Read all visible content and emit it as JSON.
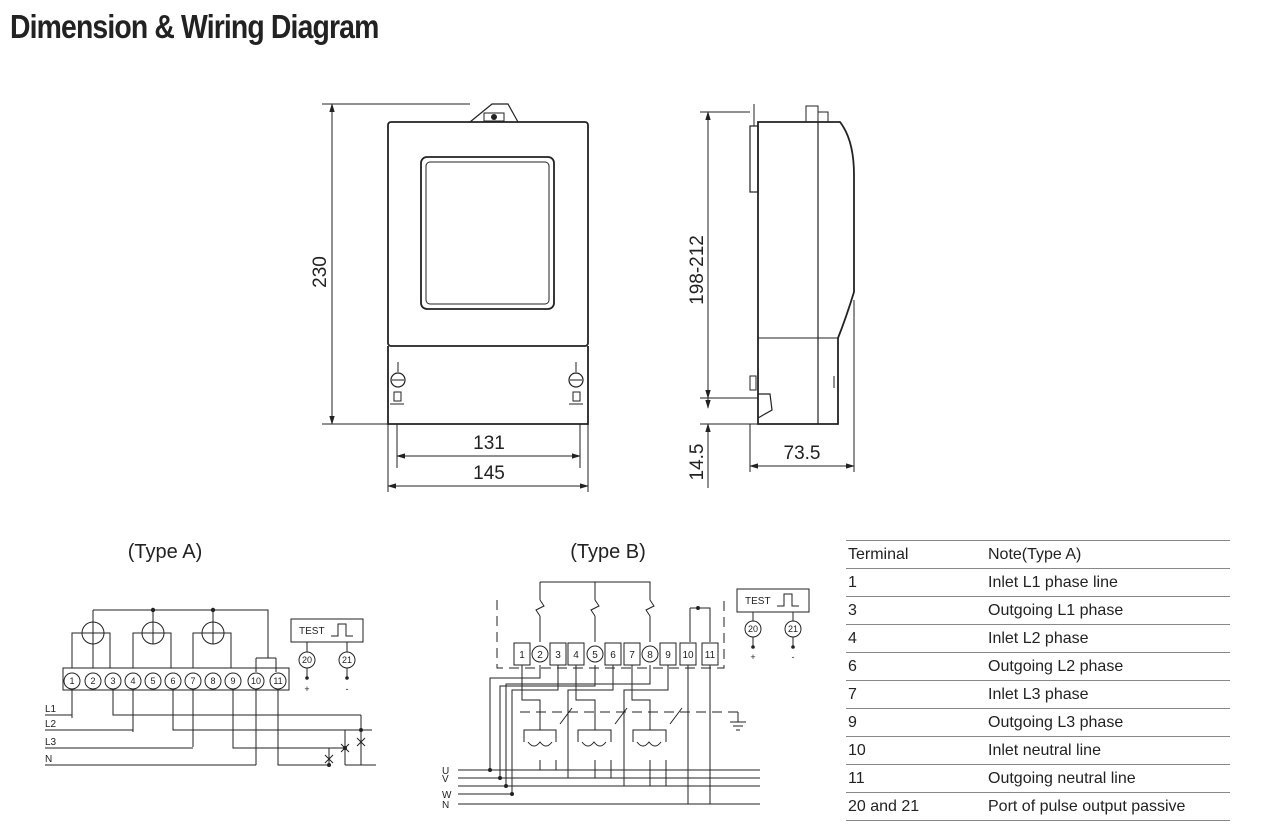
{
  "title": "Dimension & Wiring Diagram",
  "dimensions": {
    "height_front": "230",
    "height_side": "198-212",
    "terminal_offset": "14.5",
    "width_inner": "131",
    "width_outer": "145",
    "depth": "73.5"
  },
  "type_a": {
    "label": "(Type A)",
    "test_label": "TEST",
    "terminals": [
      "1",
      "2",
      "3",
      "4",
      "5",
      "6",
      "7",
      "8",
      "9",
      "10",
      "11"
    ],
    "pulse_terminals": [
      "20",
      "21"
    ],
    "pulse_signs": [
      "+",
      "-"
    ],
    "lines": [
      "L1",
      "L2",
      "L3",
      "N"
    ]
  },
  "type_b": {
    "label": "(Type B)",
    "test_label": "TEST",
    "terminals": [
      "1",
      "2",
      "3",
      "4",
      "5",
      "6",
      "7",
      "8",
      "9",
      "10",
      "11"
    ],
    "pulse_terminals": [
      "20",
      "21"
    ],
    "pulse_signs": [
      "+",
      "-"
    ],
    "lines": [
      "U",
      "V",
      "W",
      "N"
    ]
  },
  "table": {
    "headers": [
      "Terminal",
      "Note(Type A)"
    ],
    "rows": [
      {
        "terminal": "1",
        "note": "Inlet L1 phase line"
      },
      {
        "terminal": "3",
        "note": "Outgoing L1 phase"
      },
      {
        "terminal": "4",
        "note": "Inlet L2 phase"
      },
      {
        "terminal": "6",
        "note": "Outgoing L2 phase"
      },
      {
        "terminal": "7",
        "note": "Inlet L3 phase"
      },
      {
        "terminal": "9",
        "note": "Outgoing L3 phase"
      },
      {
        "terminal": "10",
        "note": "Inlet neutral line"
      },
      {
        "terminal": "11",
        "note": "Outgoing neutral line"
      },
      {
        "terminal": "20 and 21",
        "note": "Port of pulse output passive"
      }
    ]
  }
}
